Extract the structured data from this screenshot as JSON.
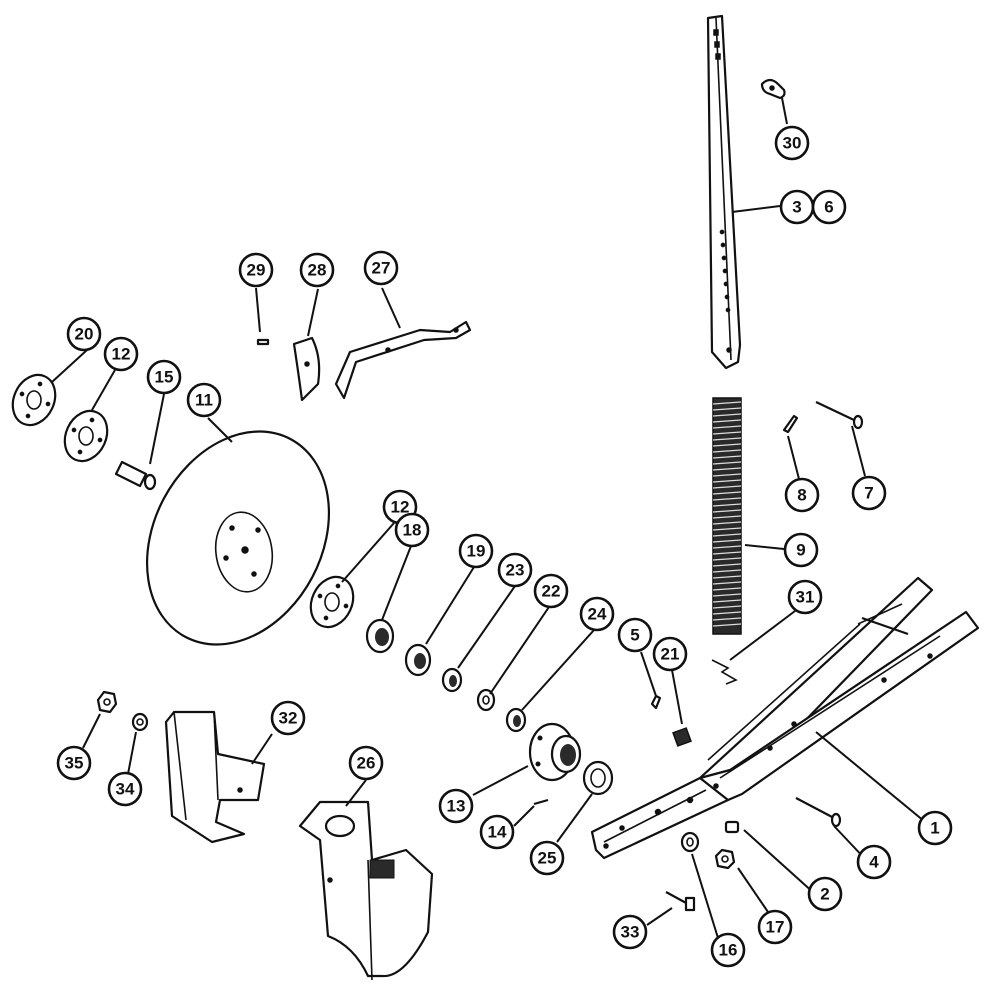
{
  "callouts": [
    {
      "id": "c1",
      "label": "1"
    },
    {
      "id": "c2",
      "label": "2"
    },
    {
      "id": "c3",
      "label": "3"
    },
    {
      "id": "c4",
      "label": "4"
    },
    {
      "id": "c5",
      "label": "5"
    },
    {
      "id": "c6",
      "label": "6"
    },
    {
      "id": "c7",
      "label": "7"
    },
    {
      "id": "c8",
      "label": "8"
    },
    {
      "id": "c9",
      "label": "9"
    },
    {
      "id": "c11",
      "label": "11"
    },
    {
      "id": "c12a",
      "label": "12"
    },
    {
      "id": "c12b",
      "label": "12"
    },
    {
      "id": "c13",
      "label": "13"
    },
    {
      "id": "c14",
      "label": "14"
    },
    {
      "id": "c15",
      "label": "15"
    },
    {
      "id": "c16",
      "label": "16"
    },
    {
      "id": "c17",
      "label": "17"
    },
    {
      "id": "c18",
      "label": "18"
    },
    {
      "id": "c19",
      "label": "19"
    },
    {
      "id": "c20",
      "label": "20"
    },
    {
      "id": "c21",
      "label": "21"
    },
    {
      "id": "c22",
      "label": "22"
    },
    {
      "id": "c23",
      "label": "23"
    },
    {
      "id": "c24",
      "label": "24"
    },
    {
      "id": "c25",
      "label": "25"
    },
    {
      "id": "c26",
      "label": "26"
    },
    {
      "id": "c27",
      "label": "27"
    },
    {
      "id": "c28",
      "label": "28"
    },
    {
      "id": "c29",
      "label": "29"
    },
    {
      "id": "c30",
      "label": "30"
    },
    {
      "id": "c31",
      "label": "31"
    },
    {
      "id": "c32",
      "label": "32"
    },
    {
      "id": "c33",
      "label": "33"
    },
    {
      "id": "c34",
      "label": "34"
    },
    {
      "id": "c35",
      "label": "35"
    }
  ]
}
